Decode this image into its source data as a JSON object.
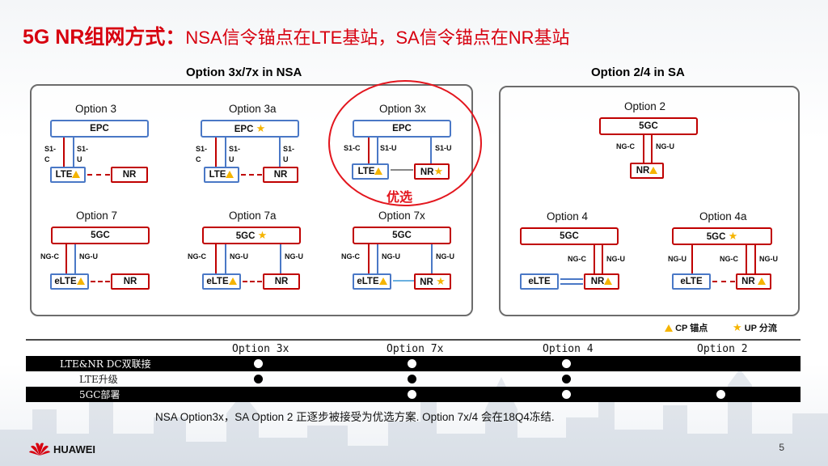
{
  "title": {
    "main": "5G NR组网方式：",
    "sub": "NSA信令锚点在LTE基站，SA信令锚点在NR基站"
  },
  "nsa_header": "Option 3x/7x in NSA",
  "sa_header": "Option 2/4 in SA",
  "options": {
    "o3": {
      "label": "Option 3",
      "core": "EPC",
      "if1": "S1-\nC",
      "if2": "S1-\nU",
      "lte": "LTE",
      "nr": "NR"
    },
    "o3a": {
      "label": "Option 3a",
      "core": "EPC",
      "if1": "S1-\nC",
      "if2": "S1-\nU",
      "if3": "S1-\nU",
      "lte": "LTE",
      "nr": "NR"
    },
    "o3x": {
      "label": "Option 3x",
      "core": "EPC",
      "if1": "S1-C",
      "if2": "S1-U",
      "if3": "S1-U",
      "lte": "LTE",
      "nr": "NR"
    },
    "o7": {
      "label": "Option 7",
      "core": "5GC",
      "if1": "NG-C",
      "if2": "NG-U",
      "lte": "eLTE",
      "nr": "NR"
    },
    "o7a": {
      "label": "Option 7a",
      "core": "5GC",
      "if1": "NG-C",
      "if2": "NG-U",
      "if3": "NG-U",
      "lte": "eLTE",
      "nr": "NR"
    },
    "o7x": {
      "label": "Option 7x",
      "core": "5GC",
      "if1": "NG-C",
      "if2": "NG-U",
      "if3": "NG-U",
      "lte": "eLTE",
      "nr": "NR"
    },
    "o2": {
      "label": "Option 2",
      "core": "5GC",
      "if1": "NG-C",
      "if2": "NG-U",
      "nr": "NR"
    },
    "o4": {
      "label": "Option 4",
      "core": "5GC",
      "if1": "NG-C",
      "if2": "NG-U",
      "lte": "eLTE",
      "nr": "NR"
    },
    "o4a": {
      "label": "Option 4a",
      "core": "5GC",
      "if0": "NG-U",
      "if1": "NG-C",
      "if2": "NG-U",
      "lte": "eLTE",
      "nr": "NR"
    }
  },
  "preferred": "优选",
  "legend": {
    "cp": "CP 锚点",
    "up": "UP 分流"
  },
  "table": {
    "columns": [
      "Option 3x",
      "Option 7x",
      "Option 4",
      "Option 2"
    ],
    "rows": [
      {
        "label": "LTE&NR DC双联接",
        "marks": [
          true,
          true,
          true,
          false
        ]
      },
      {
        "label": "LTE升级",
        "marks": [
          true,
          true,
          true,
          false
        ]
      },
      {
        "label": "5GC部署",
        "marks": [
          false,
          true,
          true,
          true
        ]
      }
    ]
  },
  "note": "NSA Option3x，SA Option 2 正逐步被接受为优选方案. Option 7x/4 会在18Q4冻结.",
  "footer": {
    "brand": "HUAWEI",
    "page": "5"
  },
  "colors": {
    "accent_red": "#d7000f",
    "line_blue": "#4a78c6",
    "line_red": "#c00000",
    "star_gold": "#f5b400"
  }
}
